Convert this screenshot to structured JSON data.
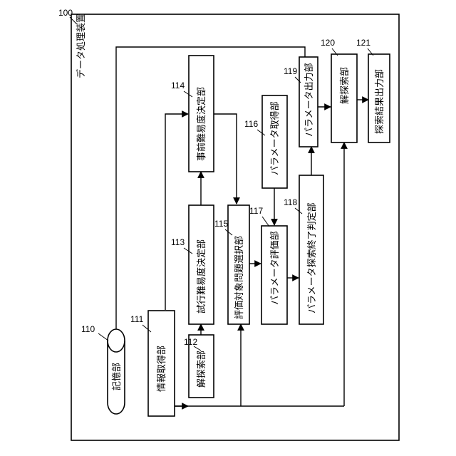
{
  "device": {
    "ref": "100",
    "title": "データ処理装置"
  },
  "blocks": {
    "storage": {
      "ref": "110",
      "label": "記憶部"
    },
    "info_acquire": {
      "ref": "111",
      "label": "情報取得部"
    },
    "solution_search_a": {
      "ref": "112",
      "label": "解探索部"
    },
    "trial_difficulty": {
      "ref": "113",
      "label": "試行難易度決定部"
    },
    "prior_difficulty": {
      "ref": "114",
      "label": "事前難易度決定部"
    },
    "eval_target": {
      "ref": "115",
      "label": "評価対象問題選択部"
    },
    "param_acquire": {
      "ref": "116",
      "label": "パラメータ取得部"
    },
    "param_eval": {
      "ref": "117",
      "label": "パラメータ評価部"
    },
    "search_end": {
      "ref": "118",
      "label": "パラメータ探索終了判定部"
    },
    "param_output": {
      "ref": "119",
      "label": "パラメータ出力部"
    },
    "solution_search_b": {
      "ref": "120",
      "label": "解探索部"
    },
    "result_output": {
      "ref": "121",
      "label": "探索結果出力部"
    }
  }
}
